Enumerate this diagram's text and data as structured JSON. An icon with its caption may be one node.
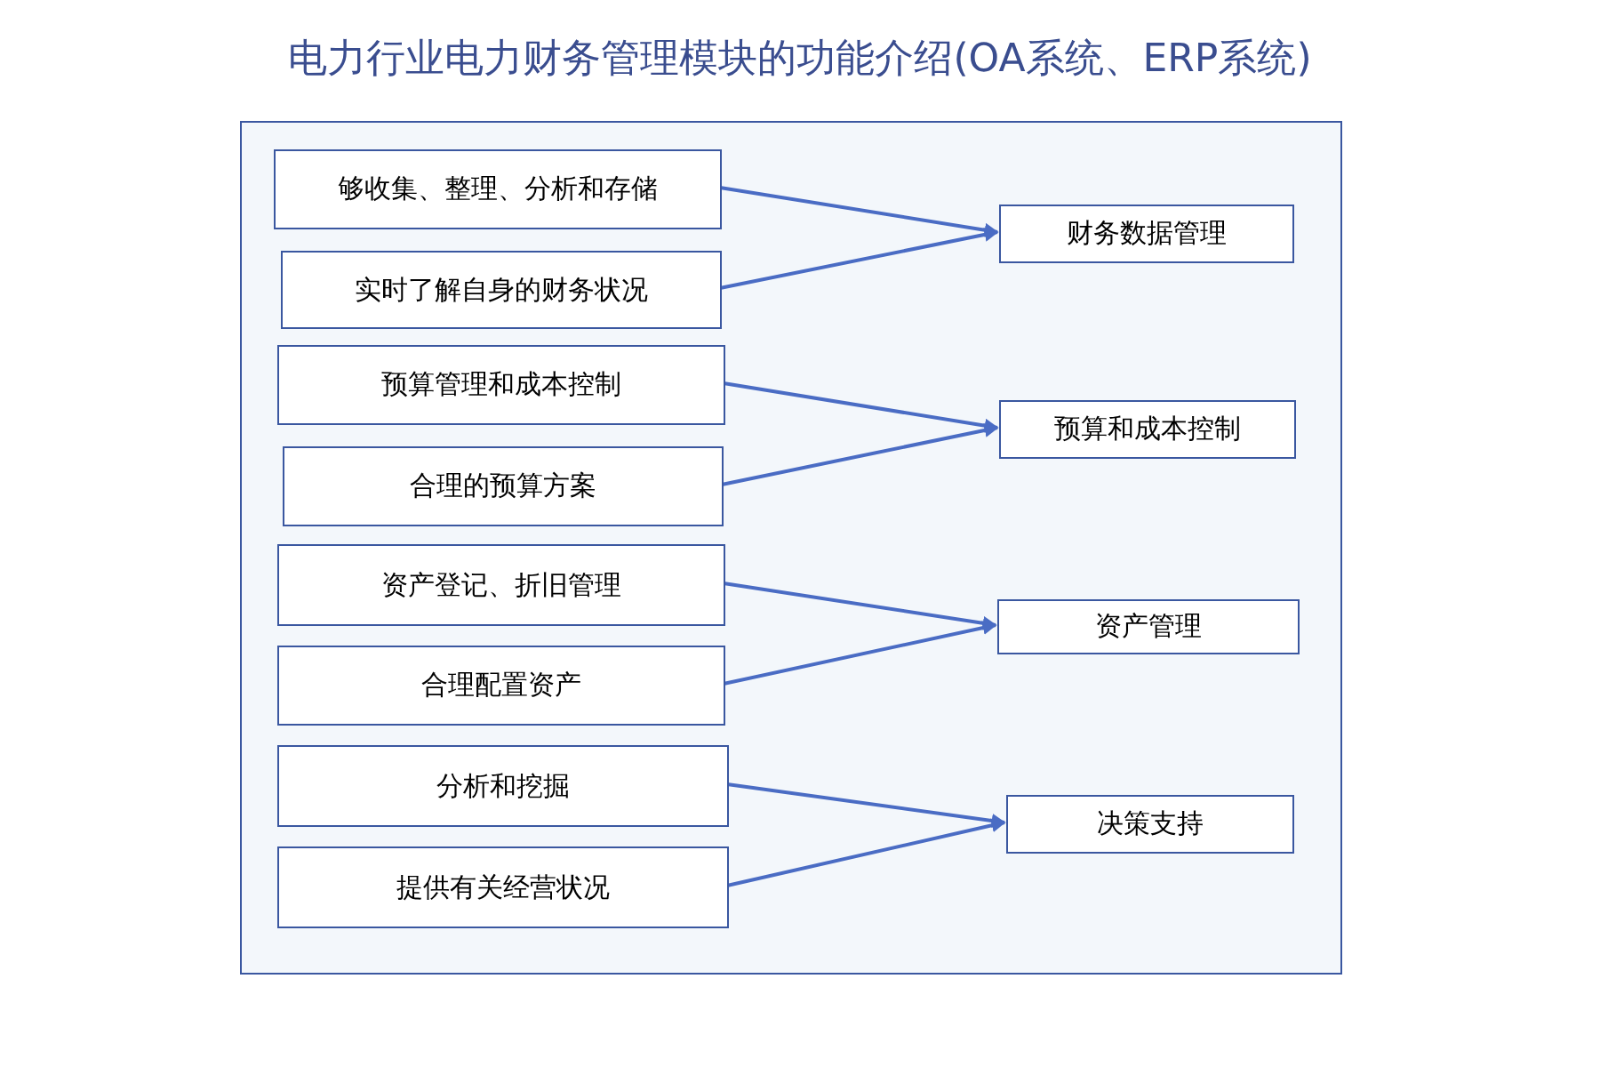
{
  "diagram": {
    "title": "电力行业电力财务管理模块的功能介绍(OA系统、ERP系统)",
    "nodes": [
      {
        "text": [],
        "shape": "box"
      },
      {
        "text": [
          "够收集、整理、分析和存储"
        ],
        "in": 0
      },
      {
        "text": [
          "实时了解自身的财务状况"
        ],
        "in": 0
      },
      {
        "text": [
          "财务数据管理"
        ],
        "in": 0
      },
      {
        "text": [
          "预算管理和成本控制"
        ],
        "in": 0
      },
      {
        "text": [
          "合理的预算方案"
        ],
        "in": 0
      },
      {
        "text": [
          "预算和成本控制"
        ],
        "in": 0
      },
      {
        "text": [
          "资产登记、折旧管理"
        ],
        "in": 0
      },
      {
        "text": [
          "合理配置资产"
        ],
        "in": 0
      },
      {
        "text": [
          "资产管理"
        ],
        "in": 0
      },
      {
        "text": [
          "分析和挖掘"
        ],
        "in": 0
      },
      {
        "text": [
          "提供有关经营状况"
        ],
        "in": 0
      },
      {
        "text": [
          "决策支持"
        ],
        "in": 0
      }
    ],
    "edges": [
      {
        "from": 1,
        "to": 3,
        "arrow": "to"
      },
      {
        "from": 2,
        "to": 3,
        "arrow": "to"
      },
      {
        "from": 4,
        "to": 6,
        "arrow": "to"
      },
      {
        "from": 5,
        "to": 6,
        "arrow": "to"
      },
      {
        "from": 7,
        "to": 9,
        "arrow": "to"
      },
      {
        "from": 8,
        "to": 9,
        "arrow": "to"
      },
      {
        "from": 10,
        "to": 12,
        "arrow": "to"
      },
      {
        "from": 11,
        "to": 12,
        "arrow": "to"
      }
    ]
  }
}
